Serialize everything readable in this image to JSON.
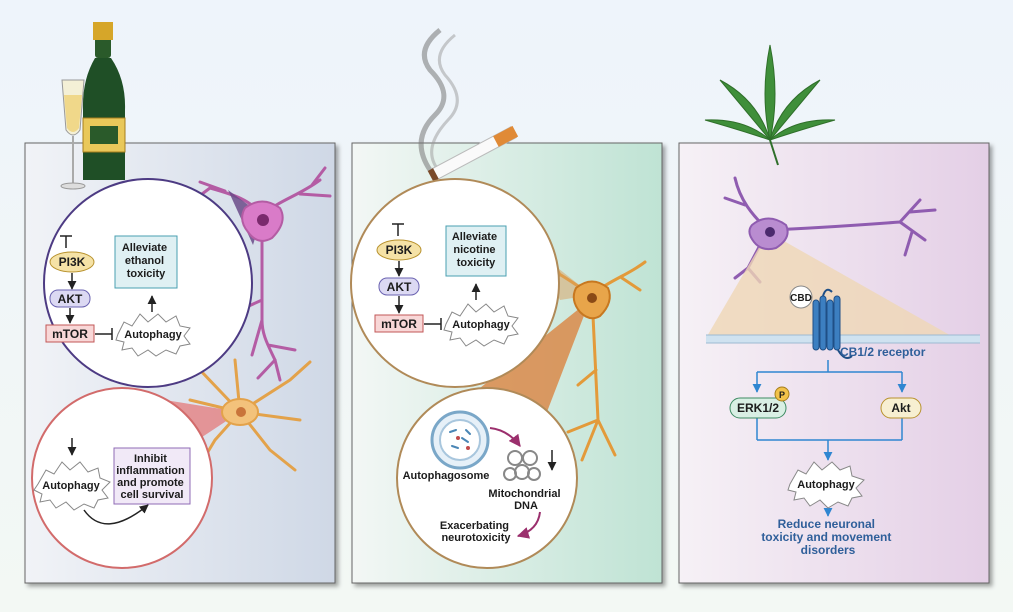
{
  "panel_alcohol": {
    "pathway": {
      "pi3k": "PI3K",
      "akt": "AKT",
      "mtor": "mTOR",
      "autophagy": "Autophagy",
      "outcome_lines": [
        "Alleviate",
        "ethanol",
        "toxicity"
      ]
    },
    "glia": {
      "autophagy": "Autophagy",
      "outcome_lines": [
        "Inhibit",
        "inflammation",
        "and promote",
        "cell survival"
      ]
    }
  },
  "panel_nicotine": {
    "pathway": {
      "pi3k": "PI3K",
      "akt": "AKT",
      "mtor": "mTOR",
      "autophagy": "Autophagy",
      "outcome_lines": [
        "Alleviate",
        "nicotine",
        "toxicity"
      ]
    },
    "mito": {
      "autophagosome": "Autophagosome",
      "mito_dna_lines": [
        "Mitochondrial",
        "DNA"
      ],
      "exacerbating_lines": [
        "Exacerbating",
        "neurotoxicity"
      ]
    }
  },
  "panel_cannabis": {
    "cbd": "CBD",
    "receptor": "CB1/2 receptor",
    "phospho": "P",
    "erk": "ERK1/2",
    "akt": "Akt",
    "autophagy": "Autophagy",
    "outcome_lines": [
      "Reduce neuronal",
      "toxicity and movement",
      "disorders"
    ]
  },
  "colors": {
    "neuron_pink": "#b45ca4",
    "neuron_orange": "#e39a3a",
    "neuron_purple": "#8f5cb0",
    "pi3k_fill": "#f5e2a6",
    "akt_fill": "#dcd9f3",
    "mtor_fill": "#f8d7d7",
    "outcome_fill": "#dff0f3",
    "erk_fill": "#d9efe4",
    "akt2_fill": "#f7efd1",
    "blue_text": "#2f5f9a"
  }
}
